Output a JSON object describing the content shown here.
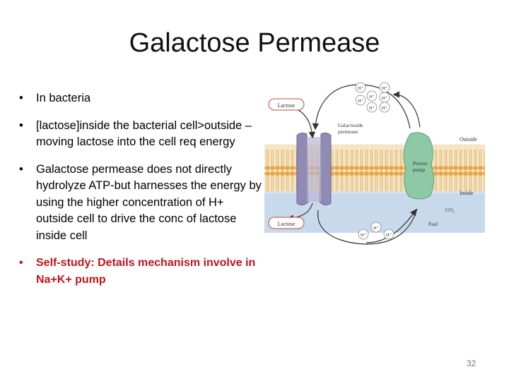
{
  "slide": {
    "title": "Galactose Permease",
    "bullets": [
      {
        "text": "In bacteria",
        "style": "normal"
      },
      {
        "text": "[lactose]inside the bacterial cell>outside – moving lactose into the cell req energy",
        "style": "normal"
      },
      {
        "text": "Galactose permease does not directly hydrolyze ATP-but harnesses the energy by using the higher concentration of H+ outside cell to drive the conc of lactose inside cell",
        "style": "normal"
      },
      {
        "text": "Self-study: Details mechanism involve in Na+K+ pump",
        "style": "highlight"
      }
    ],
    "bullet_symbol": "•",
    "page_number": "32"
  },
  "figure": {
    "labels": {
      "lactose_top": "Lactose",
      "lactose_bottom": "Lactose",
      "permease": "Galactoside\npermease",
      "outside": "Outside",
      "inside": "Inside",
      "proton_pump": "Proton\npump",
      "co2": "CO₂",
      "fuel": "Fuel",
      "h_ion": "H⁺"
    },
    "colors": {
      "membrane_head": "#e8a64c",
      "membrane_tail": "#f3dfb3",
      "inside_bg": "#c9d9ec",
      "permease": "#8f8bb5",
      "proton_pump": "#8cc9a4",
      "label_box_stroke": "#c24b3c"
    }
  }
}
